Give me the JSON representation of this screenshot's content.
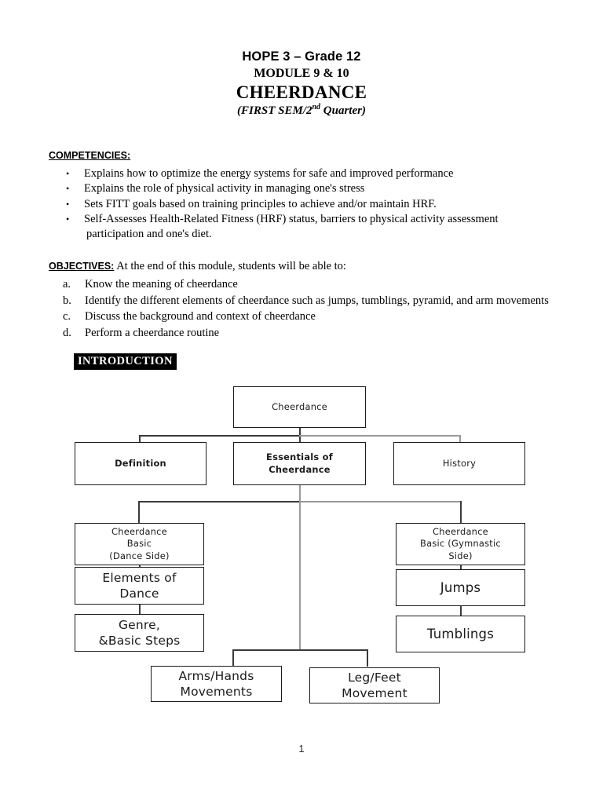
{
  "header": {
    "line1": "HOPE 3 – Grade 12",
    "line2": "MODULE 9 & 10",
    "line3": "CHEERDANCE",
    "line4_pre": "(FIRST SEM/2",
    "line4_sup": "nd",
    "line4_post": " Quarter)"
  },
  "competencies": {
    "label": "COMPETENCIES:",
    "bullet_glyph": "•",
    "items": [
      "Explains how to optimize the energy systems for safe and improved performance",
      "Explains the role of physical activity in managing one's stress",
      "Sets FITT goals based on training principles to achieve and/or maintain HRF.",
      "Self-Assesses Health-Related Fitness (HRF) status, barriers to physical activity assessment"
    ],
    "continuation": "participation and one's diet."
  },
  "objectives": {
    "label": "OBJECTIVES:",
    "intro": "At the end of this module, students will be able to:",
    "items": [
      {
        "marker": "a.",
        "text": "Know the meaning of cheerdance"
      },
      {
        "marker": "b.",
        "text": "Identify the different elements of cheerdance such as jumps, tumblings, pyramid, and arm movements"
      },
      {
        "marker": "c.",
        "text": "Discuss the background and context of cheerdance"
      },
      {
        "marker": "d.",
        "text": "Perform a cheerdance routine"
      }
    ]
  },
  "introduction": {
    "banner": "INTRODUCTION"
  },
  "flowchart": {
    "nodes": [
      {
        "id": "cheerdance",
        "label": "Cheerdance"
      },
      {
        "id": "definition",
        "label": "Definition"
      },
      {
        "id": "essentials",
        "label": "Essentials of\nCheerdance"
      },
      {
        "id": "history",
        "label": "History"
      },
      {
        "id": "basic-dance",
        "label": "Cheerdance\nBasic\n(Dance Side)"
      },
      {
        "id": "elements-of-dance",
        "label": "Elements of\nDance"
      },
      {
        "id": "genre-basic-steps",
        "label": "Genre,\n&Basic Steps"
      },
      {
        "id": "basic-gymnastic",
        "label": "Cheerdance\nBasic (Gymnastic\nSide)"
      },
      {
        "id": "jumps",
        "label": "Jumps"
      },
      {
        "id": "tumblings",
        "label": "Tumblings"
      },
      {
        "id": "arms-hands",
        "label": "Arms/Hands\nMovements"
      },
      {
        "id": "leg-feet",
        "label": "Leg/Feet\nMovement"
      }
    ]
  },
  "footer": {
    "page_number": "1"
  },
  "colors": {
    "text": "#000000",
    "box_border": "#1c1c1c",
    "edge": "#3a3a3a",
    "edge_light": "#9a9a9a",
    "banner_bg": "#000000",
    "banner_text": "#ffffff",
    "background": "#ffffff"
  }
}
